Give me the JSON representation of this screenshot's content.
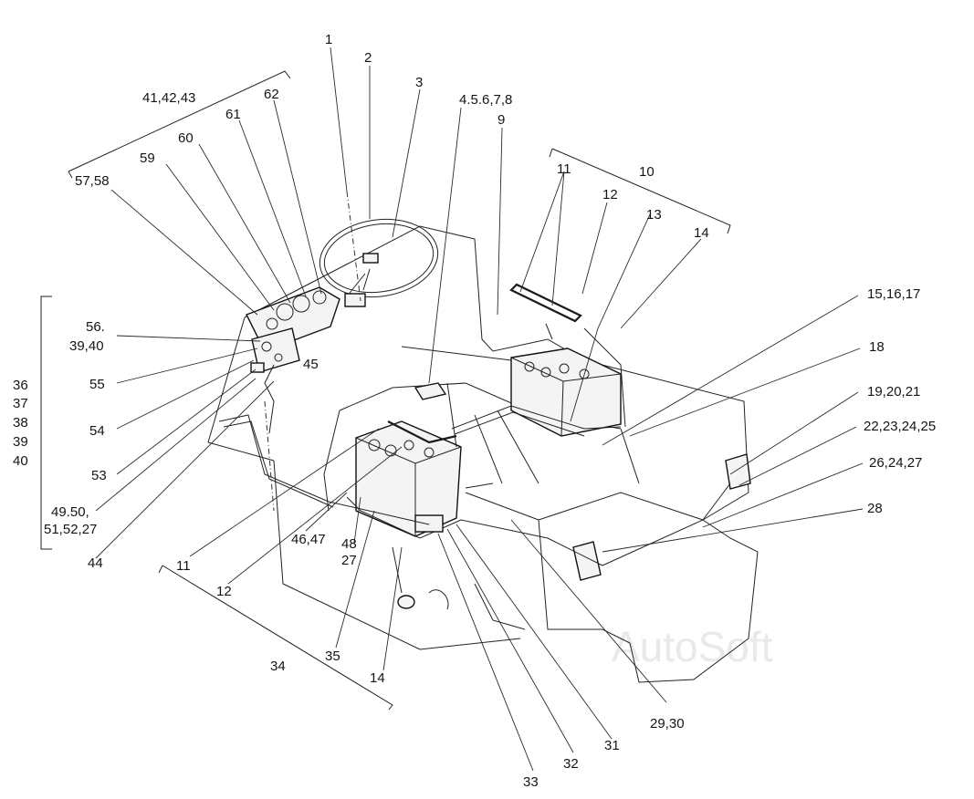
{
  "watermark": "AutoSoft",
  "callouts": [
    {
      "id": "c1",
      "text": "1"
    },
    {
      "id": "c2",
      "text": "2"
    },
    {
      "id": "c3",
      "text": "3"
    },
    {
      "id": "c4",
      "text": "4.5.6,7,8"
    },
    {
      "id": "c9",
      "text": "9"
    },
    {
      "id": "c10",
      "text": "10"
    },
    {
      "id": "c11a",
      "text": "11"
    },
    {
      "id": "c12a",
      "text": "12"
    },
    {
      "id": "c13",
      "text": "13"
    },
    {
      "id": "c14a",
      "text": "14"
    },
    {
      "id": "c15",
      "text": "15,16,17"
    },
    {
      "id": "c18",
      "text": "18"
    },
    {
      "id": "c19",
      "text": "19,20,21"
    },
    {
      "id": "c22",
      "text": "22,23,24,25"
    },
    {
      "id": "c26",
      "text": "26,24,27"
    },
    {
      "id": "c28",
      "text": "28"
    },
    {
      "id": "c29",
      "text": "29,30"
    },
    {
      "id": "c31",
      "text": "31"
    },
    {
      "id": "c32",
      "text": "32"
    },
    {
      "id": "c33",
      "text": "33"
    },
    {
      "id": "c14b",
      "text": "14"
    },
    {
      "id": "c35",
      "text": "35"
    },
    {
      "id": "c34",
      "text": "34"
    },
    {
      "id": "c48",
      "text": "48"
    },
    {
      "id": "c27",
      "text": "27"
    },
    {
      "id": "c46",
      "text": "46,47"
    },
    {
      "id": "c12b",
      "text": "12"
    },
    {
      "id": "c11b",
      "text": "11"
    },
    {
      "id": "c44",
      "text": "44"
    },
    {
      "id": "c51",
      "text": "51,52,27"
    },
    {
      "id": "c49",
      "text": "49.50,"
    },
    {
      "id": "c53",
      "text": "53"
    },
    {
      "id": "c54",
      "text": "54"
    },
    {
      "id": "c55",
      "text": "55"
    },
    {
      "id": "c39",
      "text": "39,40"
    },
    {
      "id": "c56",
      "text": "56."
    },
    {
      "id": "c45",
      "text": "45"
    },
    {
      "id": "c57",
      "text": "57,58"
    },
    {
      "id": "c59",
      "text": "59"
    },
    {
      "id": "c60",
      "text": "60"
    },
    {
      "id": "c61",
      "text": "61"
    },
    {
      "id": "c62",
      "text": "62"
    },
    {
      "id": "c41",
      "text": "41,42,43"
    },
    {
      "id": "s36",
      "text": "36"
    },
    {
      "id": "s37",
      "text": "37"
    },
    {
      "id": "s38",
      "text": "38"
    },
    {
      "id": "s39",
      "text": "39"
    },
    {
      "id": "s40",
      "text": "40"
    }
  ]
}
